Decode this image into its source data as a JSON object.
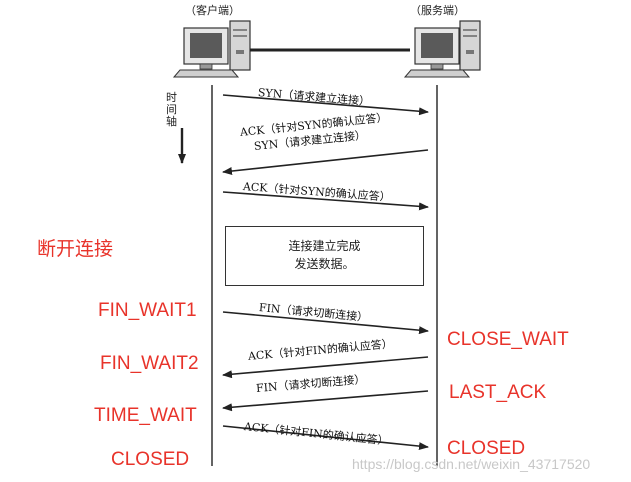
{
  "client_label": "（客户端）",
  "server_label": "（服务端）",
  "time_axis_label": "时间轴",
  "connect_box": {
    "line1": "连接建立完成",
    "line2": "发送数据。"
  },
  "section_label": "断开连接",
  "messages": {
    "syn": "SYN（请求建立连接）",
    "ack_syn_1": "ACK（针对SYN的确认应答）",
    "syn_2": "SYN（请求建立连接）",
    "ack_syn_2": "ACK（针对SYN的确认应答）",
    "fin_1": "FIN（请求切断连接）",
    "ack_fin_1": "ACK（针对FIN的确认应答）",
    "fin_2": "FIN（请求切断连接）",
    "ack_fin_2": "ACK（针对FIN的确认应答）"
  },
  "client_states": {
    "fin_wait1": "FIN_WAIT1",
    "fin_wait2": "FIN_WAIT2",
    "time_wait": "TIME_WAIT",
    "closed": "CLOSED"
  },
  "server_states": {
    "close_wait": "CLOSE_WAIT",
    "last_ack": "LAST_ACK",
    "closed": "CLOSED"
  },
  "watermark": "https://blog.csdn.net/weixin_43717520",
  "colors": {
    "state": "#e8332a",
    "line": "#222222"
  }
}
